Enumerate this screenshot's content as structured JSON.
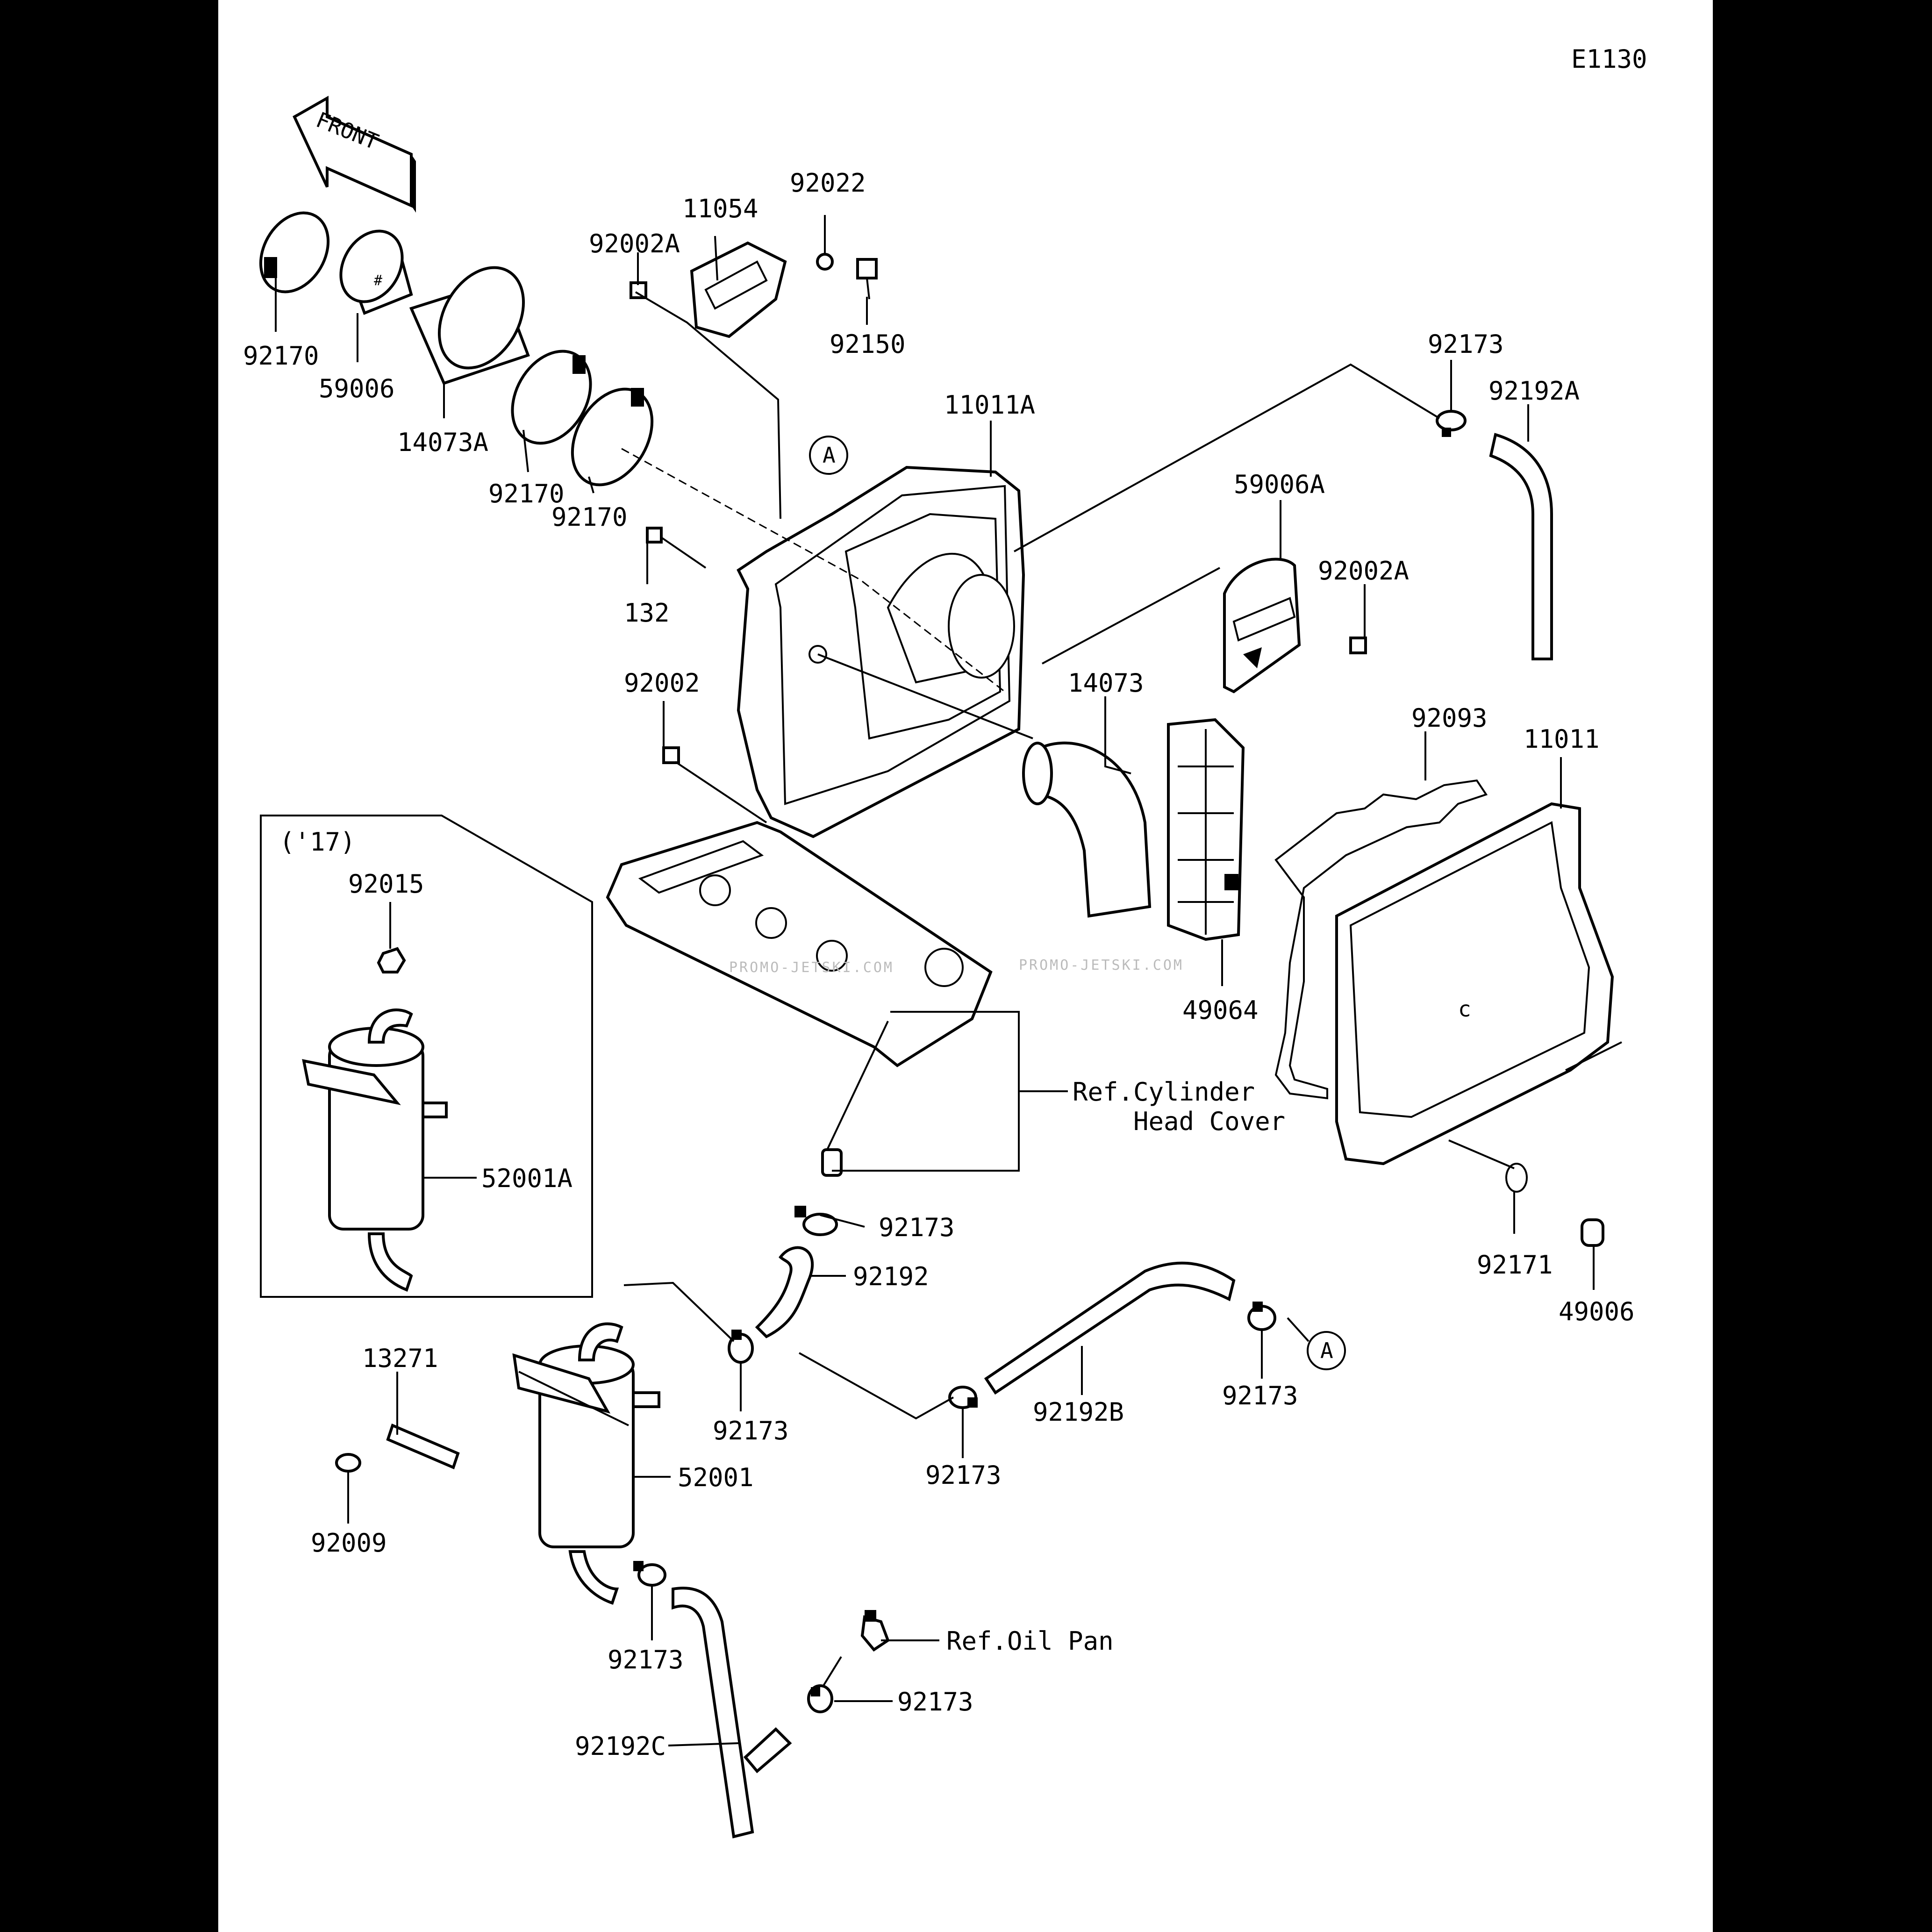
{
  "figure_code": "E1130",
  "front_label": "FRONT",
  "inset": {
    "label": "('17)"
  },
  "references": {
    "cylinder_head_cover_line1": "Ref.Cylinder",
    "cylinder_head_cover_line2": "Head Cover",
    "oil_pan": "Ref.Oil Pan"
  },
  "marker": "A",
  "watermark": "PROMO-JETSKI.COM",
  "parts": {
    "p92170a": "92170",
    "p59006": "59006",
    "p14073a": "14073A",
    "p92170b": "92170",
    "p92170c": "92170",
    "p92002a_top": "92002A",
    "p11054": "11054",
    "p92022": "92022",
    "p92150": "92150",
    "p11011a": "11011A",
    "p92173_top": "92173",
    "p92192a": "92192A",
    "p59006a": "59006A",
    "p92002a_right": "92002A",
    "p132": "132",
    "p92002": "92002",
    "p14073": "14073",
    "p92093": "92093",
    "p11011": "11011",
    "p49064": "49064",
    "p92015": "92015",
    "p52001a": "52001A",
    "p92173_mid": "92173",
    "p92192": "92192",
    "p92171": "92171",
    "p49006": "49006",
    "p13271": "13271",
    "p92173_b": "92173",
    "p92192b": "92192B",
    "p92173_c": "92173",
    "p92173_d": "92173",
    "p52001": "52001",
    "p92009": "92009",
    "p92173_e": "92173",
    "p92173_f": "92173",
    "p92192c": "92192C"
  }
}
